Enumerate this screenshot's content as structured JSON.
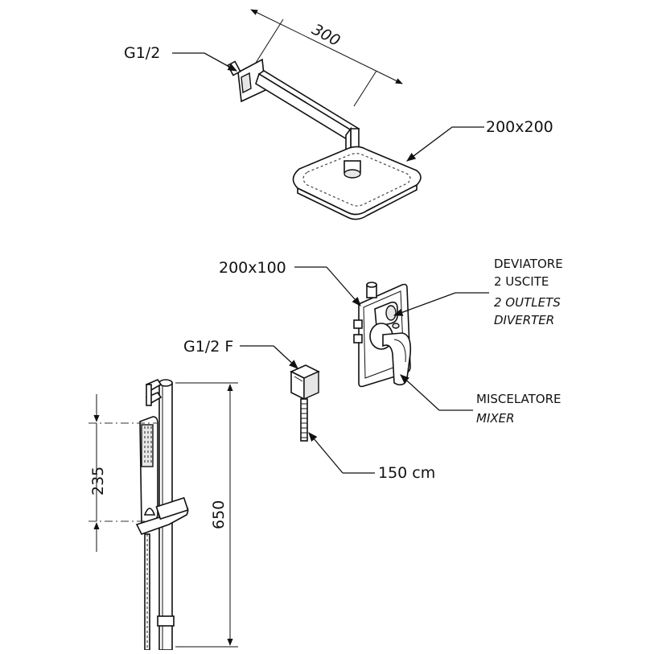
{
  "labels": {
    "inlet_head": "G1/2",
    "arm_length": "300",
    "head_size": "200x200",
    "plate_size": "200x100",
    "diverter_it_1": "DEVIATORE",
    "diverter_it_2": "2 USCITE",
    "diverter_en_1": "2 OUTLETS",
    "diverter_en_2": "DIVERTER",
    "inlet_outlet": "G1/2 F",
    "mixer_it": "MISCELATORE",
    "mixer_en": "MIXER",
    "hose_length": "150 cm",
    "hand_shower_height": "235",
    "rail_height": "650"
  }
}
